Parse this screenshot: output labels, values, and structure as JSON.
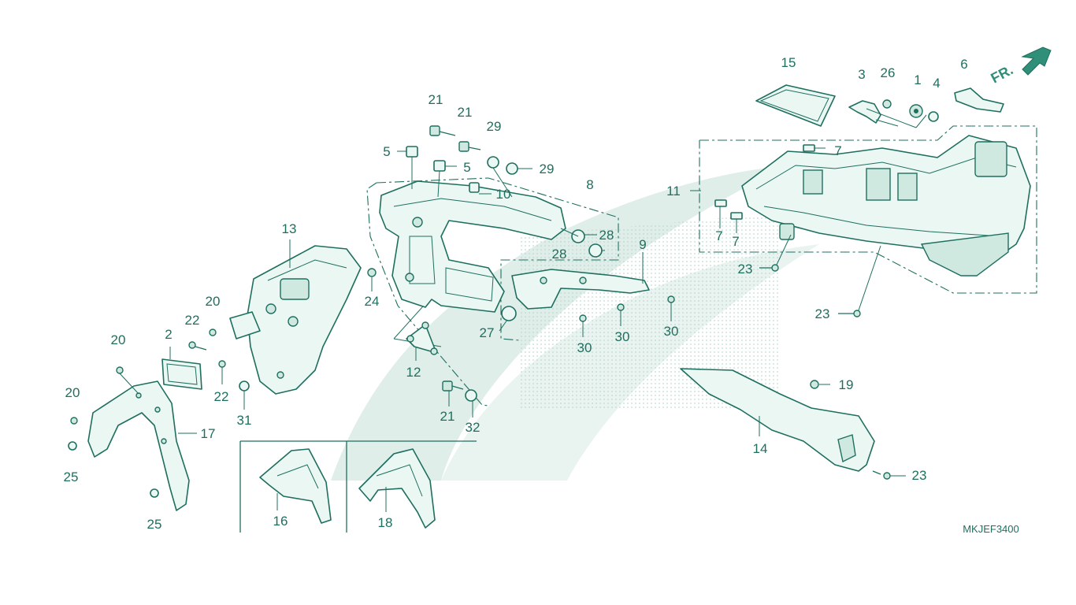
{
  "colors": {
    "line": "#1f6f5f",
    "fill": "#eaf7f3",
    "watermark": "#dfeee9",
    "arrow": "#2f8f78"
  },
  "direction_indicator": {
    "text": "FR."
  },
  "diagram_code": "MKJEF3400",
  "callouts": {
    "c1": "1",
    "c2": "2",
    "c3": "3",
    "c4": "4",
    "c5a": "5",
    "c5b": "5",
    "c6": "6",
    "c7a": "7",
    "c7b": "7",
    "c7c": "7",
    "c8": "8",
    "c9": "9",
    "c10": "10",
    "c11": "11",
    "c12": "12",
    "c13": "13",
    "c14": "14",
    "c15": "15",
    "c16": "16",
    "c17": "17",
    "c18": "18",
    "c19": "19",
    "c20a": "20",
    "c20b": "20",
    "c20c": "20",
    "c21a": "21",
    "c21b": "21",
    "c21c": "21",
    "c22a": "22",
    "c22b": "22",
    "c23a": "23",
    "c23b": "23",
    "c23c": "23",
    "c24": "24",
    "c25a": "25",
    "c25b": "25",
    "c26": "26",
    "c27": "27",
    "c28a": "28",
    "c28b": "28",
    "c29a": "29",
    "c29b": "29",
    "c30a": "30",
    "c30b": "30",
    "c30c": "30",
    "c31": "31",
    "c32": "32"
  }
}
